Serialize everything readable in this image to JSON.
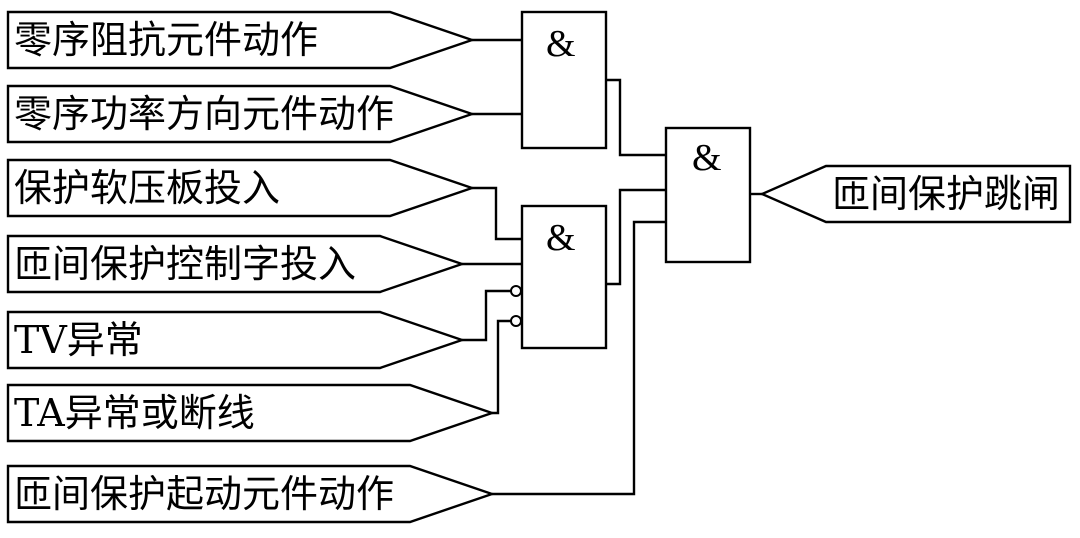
{
  "colors": {
    "line": "#000000",
    "background": "#ffffff"
  },
  "inputs": [
    {
      "id": "in1",
      "label": "零序阻抗元件动作"
    },
    {
      "id": "in2",
      "label": "零序功率方向元件动作"
    },
    {
      "id": "in3",
      "label": "保护软压板投入"
    },
    {
      "id": "in4",
      "label": "匝间保护控制字投入"
    },
    {
      "id": "in5",
      "label": "TV异常"
    },
    {
      "id": "in6",
      "label": "TA异常或断线"
    },
    {
      "id": "in7",
      "label": "匝间保护起动元件动作"
    }
  ],
  "gates": [
    {
      "id": "and1",
      "symbol": "&",
      "inputs": [
        "in1",
        "in2"
      ]
    },
    {
      "id": "and2",
      "symbol": "&",
      "inputs": [
        "in3",
        "in4",
        "in5",
        "in6"
      ],
      "inverted_inputs": [
        "in5",
        "in6"
      ]
    },
    {
      "id": "and3",
      "symbol": "&",
      "inputs": [
        "and1",
        "and2",
        "in7"
      ]
    }
  ],
  "output": {
    "id": "out1",
    "label": "匝间保护跳闸",
    "source": "and3"
  }
}
